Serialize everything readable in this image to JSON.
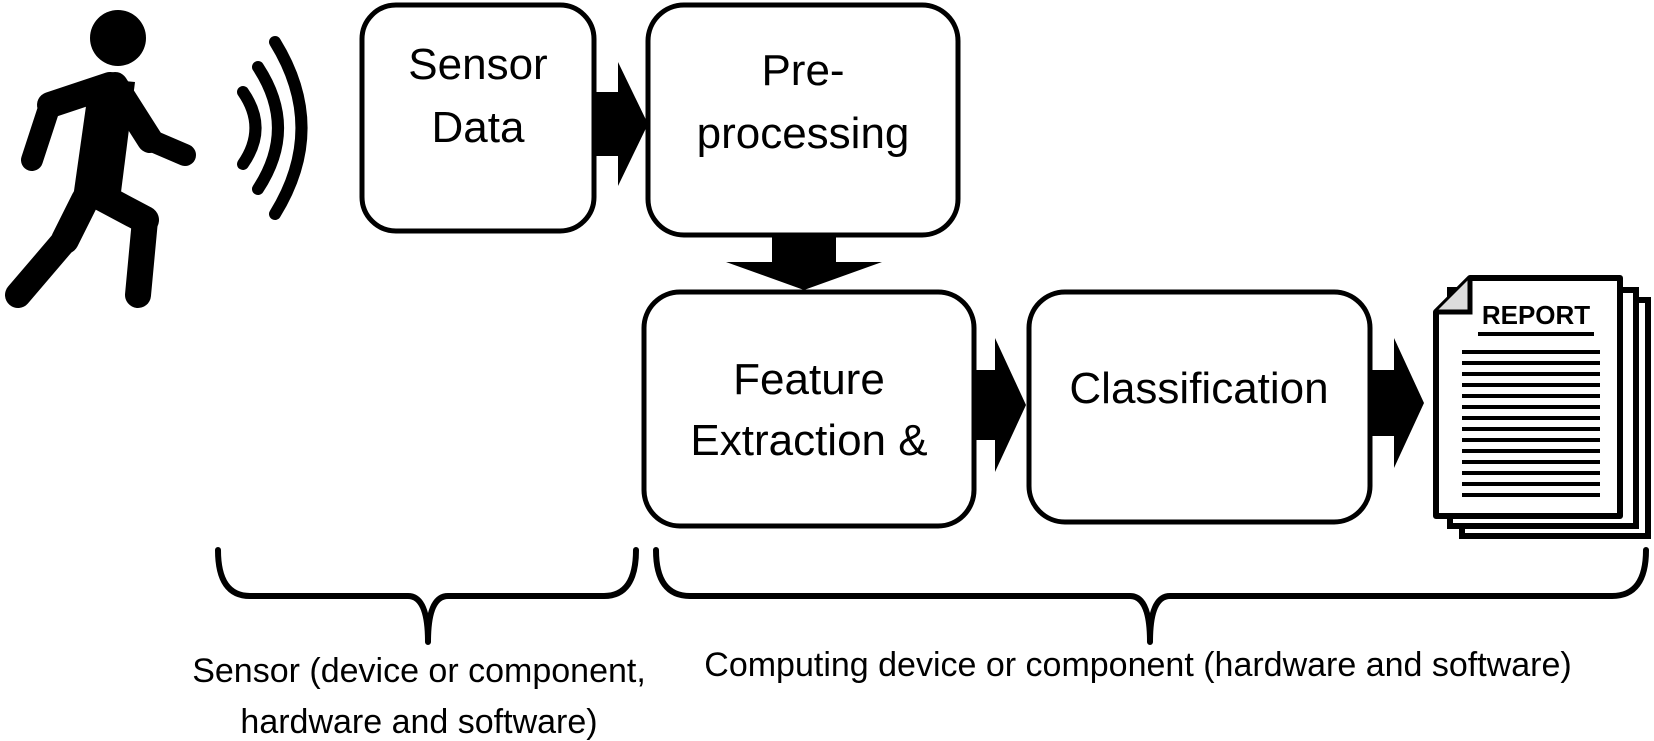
{
  "nodes": {
    "sensor_data": {
      "line1": "Sensor",
      "line2": "Data"
    },
    "preprocessing": {
      "line1": "Pre-",
      "line2": "processing"
    },
    "feature_extraction": {
      "line1": "Feature",
      "line2": "Extraction &"
    },
    "classification": {
      "label": "Classification"
    }
  },
  "report": {
    "label": "REPORT"
  },
  "captions": {
    "sensor_line1": "Sensor (device or component,",
    "sensor_line2": "hardware and software)",
    "computing": "Computing device or component (hardware and software)"
  },
  "icons": {
    "person": "walking-person-icon",
    "signal": "wireless-signal-icon",
    "report": "report-document-icon"
  },
  "colors": {
    "stroke": "#000000",
    "fill": "#ffffff"
  }
}
